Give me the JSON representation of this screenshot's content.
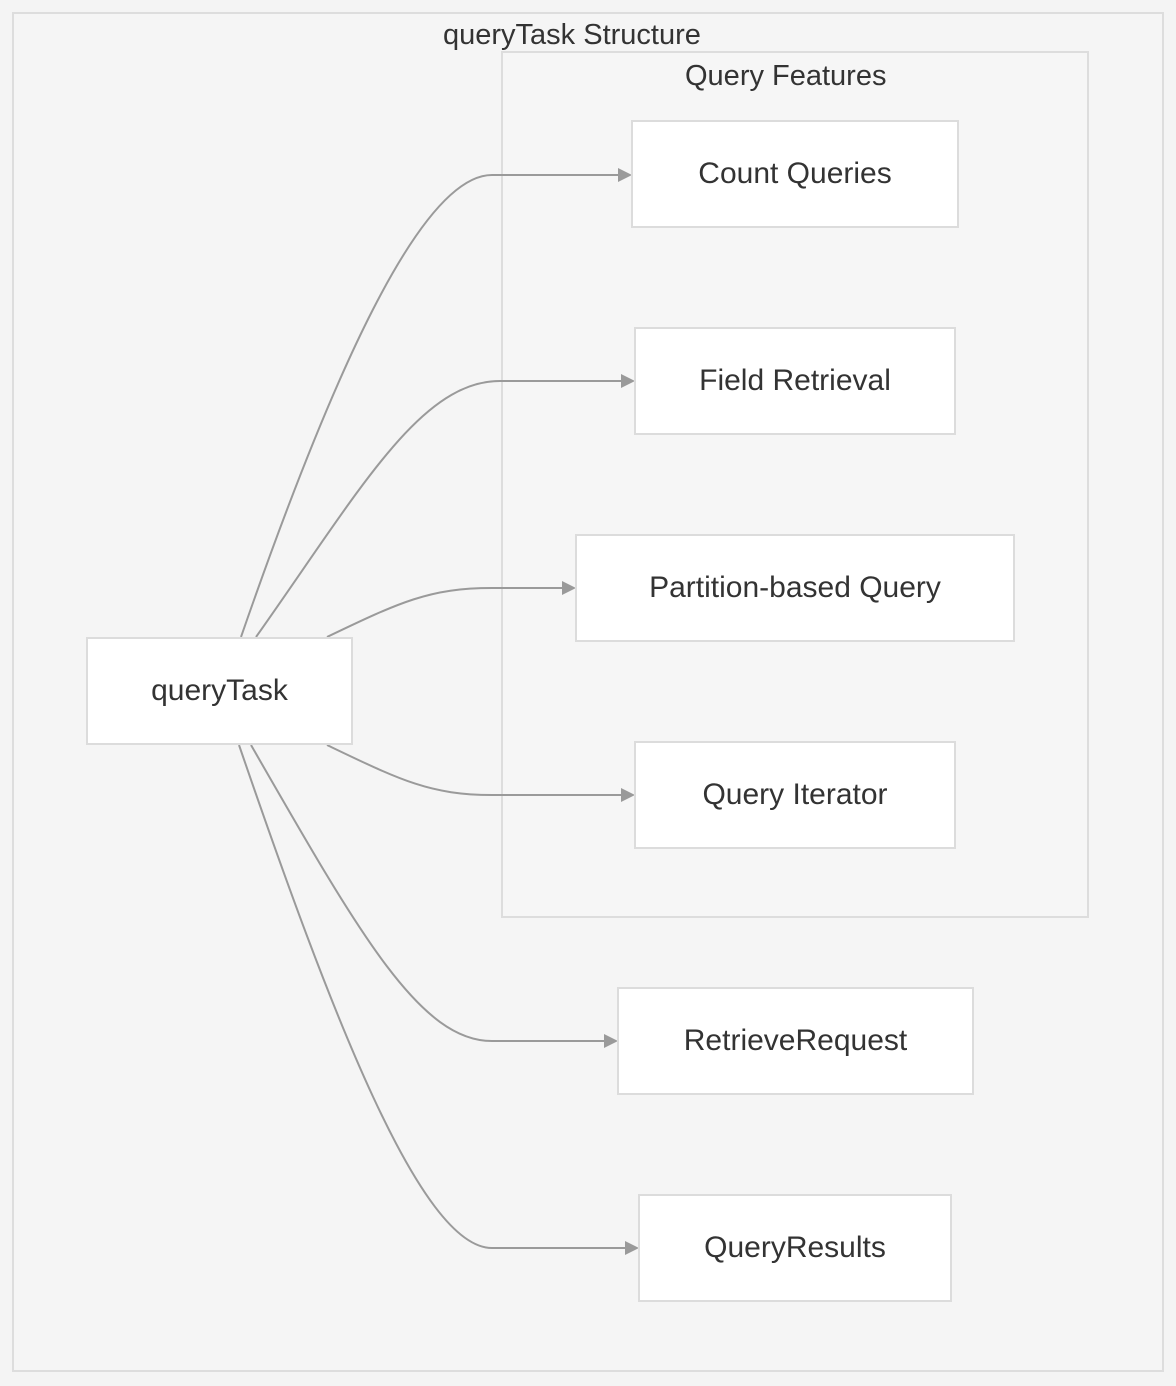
{
  "diagram": {
    "outer_cluster": {
      "title": "queryTask Structure"
    },
    "inner_cluster": {
      "title": "Query Features"
    },
    "nodes": {
      "query_task": "queryTask",
      "count_queries": "Count Queries",
      "field_retrieval": "Field Retrieval",
      "partition_query": "Partition-based Query",
      "query_iterator": "Query Iterator",
      "retrieve_request": "RetrieveRequest",
      "query_results": "QueryResults"
    },
    "edges": [
      {
        "from": "queryTask",
        "to": "Count Queries"
      },
      {
        "from": "queryTask",
        "to": "Field Retrieval"
      },
      {
        "from": "queryTask",
        "to": "Partition-based Query"
      },
      {
        "from": "queryTask",
        "to": "Query Iterator"
      },
      {
        "from": "queryTask",
        "to": "RetrieveRequest"
      },
      {
        "from": "queryTask",
        "to": "QueryResults"
      }
    ],
    "colors": {
      "background": "#f4f4f4",
      "node_fill": "#ffffff",
      "node_border": "#dcdcdc",
      "edge": "#9a9a9a",
      "text": "#333333"
    }
  }
}
